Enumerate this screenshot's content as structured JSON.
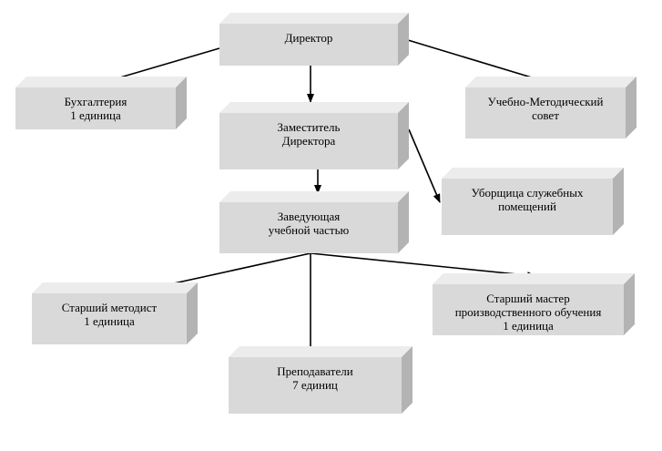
{
  "colors": {
    "box_front": "#d9d9d9",
    "box_top": "#ececec",
    "box_side": "#b3b3b3",
    "line": "#000000"
  },
  "nodes": {
    "director": {
      "lines": [
        "Директор"
      ]
    },
    "accounting": {
      "lines": [
        "Бухгалтерия",
        "1 единица"
      ]
    },
    "deputy": {
      "lines": [
        "Заместитель",
        "Директора"
      ]
    },
    "council": {
      "lines": [
        "Учебно-Методический",
        "совет"
      ]
    },
    "cleaner": {
      "lines": [
        "Уборщица служебных",
        "помещений"
      ]
    },
    "head_study": {
      "lines": [
        "Заведующая",
        "учебной частью"
      ]
    },
    "methodist": {
      "lines": [
        "Старший методист",
        "1 единица"
      ]
    },
    "master": {
      "lines": [
        "Старший мастер",
        "производственного обучения",
        "1 единица"
      ]
    },
    "teachers": {
      "lines": [
        "Преподаватели",
        "7 единиц"
      ]
    }
  },
  "edges": [
    {
      "from": "director",
      "to": "accounting"
    },
    {
      "from": "director",
      "to": "deputy"
    },
    {
      "from": "director",
      "to": "council"
    },
    {
      "from": "deputy",
      "to": "cleaner"
    },
    {
      "from": "deputy",
      "to": "head_study"
    },
    {
      "from": "head_study",
      "to": "methodist"
    },
    {
      "from": "head_study",
      "to": "teachers"
    },
    {
      "from": "head_study",
      "to": "master"
    }
  ]
}
